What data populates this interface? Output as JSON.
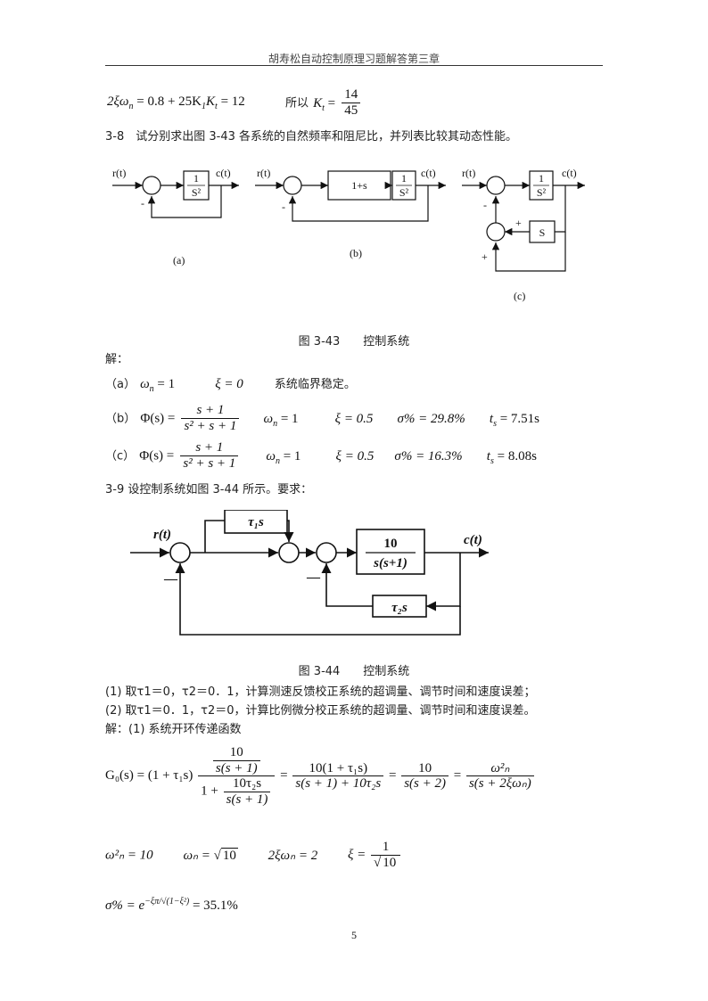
{
  "header": {
    "title": "胡寿松自动控制原理习题解答第三章"
  },
  "top_eq": {
    "lhs": "2ξω",
    "sub_n": "n",
    "rhs": "= 0.8 + 25K",
    "k1": "1",
    "kt_tail": "K",
    "t": "t",
    "eq12": "= 12",
    "so": "所以",
    "kt": "K",
    "kt_sub": "t",
    "eq": "=",
    "num": "14",
    "den": "45"
  },
  "p38": {
    "text": "3-8　试分别求出图 3-43 各系统的自然频率和阻尼比，并列表比较其动态性能。"
  },
  "fig343": {
    "labels": {
      "r": "r(t)",
      "c": "c(t)",
      "one": "1",
      "s2": "S²",
      "one_plus_s": "1+s",
      "s": "S",
      "minus": "-",
      "plus": "+",
      "a": "(a)",
      "b": "(b)",
      "c_lbl": "(c)"
    },
    "caption": "图 3-43　　控制系统"
  },
  "solution_label": "解：",
  "sol_a": {
    "tag": "（a）",
    "wn": "ω",
    "n": "n",
    "wn_val": "= 1",
    "xi": "ξ = 0",
    "note": "系统临界稳定。"
  },
  "sol_b": {
    "tag": "（b）",
    "phi": "Φ(s) =",
    "num": "s + 1",
    "den": "s² + s + 1",
    "wn": "ω",
    "n": "n",
    "wn_val": "= 1",
    "xi": "ξ = 0.5",
    "sigma": "σ% = 29.8%",
    "ts": "t",
    "s": "s",
    "ts_val": "= 7.51s"
  },
  "sol_c": {
    "tag": "（c）",
    "phi": "Φ(s) =",
    "num": "s + 1",
    "den": "s² + s + 1",
    "wn": "ω",
    "n": "n",
    "wn_val": "= 1",
    "xi": "ξ = 0.5",
    "sigma": "σ% = 16.3%",
    "ts": "t",
    "s": "s",
    "ts_val": "= 8.08s"
  },
  "p39": {
    "text": "3-9 设控制系统如图 3-44 所示。要求："
  },
  "fig344": {
    "labels": {
      "r": "r(t)",
      "c": "c(t)",
      "tau1s": "τ₁s",
      "tau2s": "τ₂s",
      "num10": "10",
      "den": "s(s+1)",
      "minus": "—"
    },
    "caption": "图 3-44　　控制系统"
  },
  "req1": "(1) 取τ1＝0，τ2＝0．1，计算测速反馈校正系统的超调量、调节时间和速度误差；",
  "req2": "(2) 取τ1＝0．1，τ2＝0，计算比例微分校正系统的超调量、调节时间和速度误差。",
  "sol2_label": "解：(1) 系统开环传递函数",
  "g0": {
    "lhs": "G₀(s) = (1 + τ₁s)",
    "inner_num": "10",
    "inner_den": "s(s + 1)",
    "one_plus": "1 +",
    "fb_num": "10τ₂s",
    "fb_den": "s(s + 1)",
    "eq": "=",
    "f2_num": "10(1 + τ₁s)",
    "f2_den": "s(s + 1) + 10τ₂s",
    "f3_num": "10",
    "f3_den": "s(s + 2)",
    "f4_num": "ω²ₙ",
    "f4_den": "s(s + 2ξωₙ)"
  },
  "wn_eqs": {
    "e1": "ω²ₙ = 10",
    "e2": "ωₙ = ",
    "sqrt10": "10",
    "e3": "2ξωₙ = 2",
    "e4": "ξ =",
    "xi_num": "1",
    "xi_den_sqrt": "10"
  },
  "sigma_eq": {
    "lhs": "σ% = e",
    "exp": "−ξπ/√(1−ξ²)",
    "rhs": "= 35.1%"
  },
  "page_number": "5"
}
